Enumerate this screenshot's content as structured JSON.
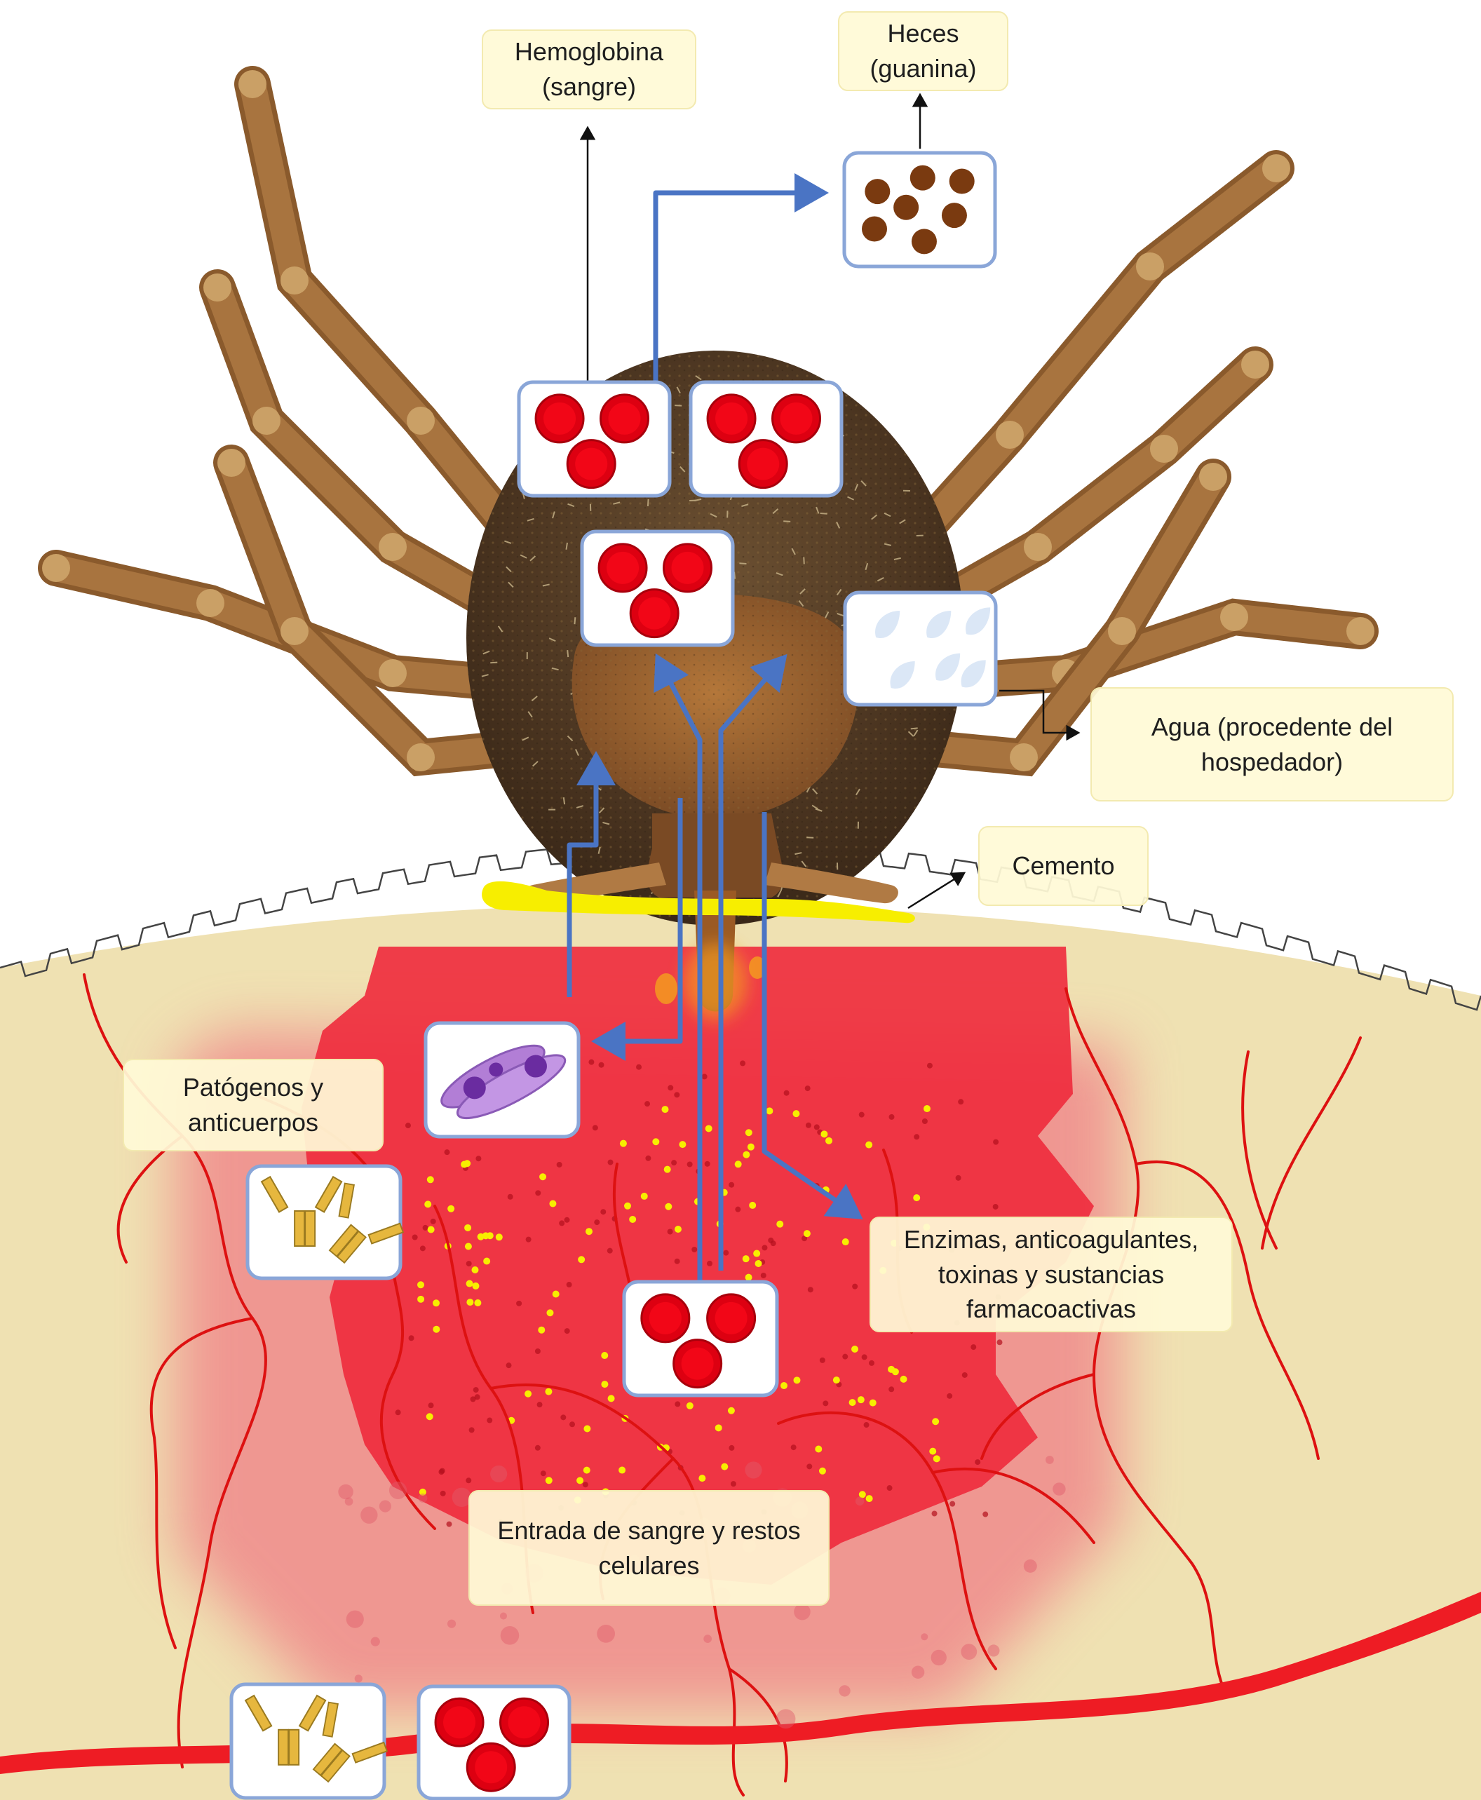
{
  "labels": {
    "hemoglobin": "Hemoglobina\n(sangre)",
    "feces": "Heces\n(guanina)",
    "water": "Agua (procedente del\nhospedador)",
    "cement": "Cemento",
    "pathogens": "Patógenos y\nanticuerpos",
    "enzymes": "Enzimas, anticoagulantes,\ntoxinas y sustancias\nfarmacoactivas",
    "blood_entry": "Entrada de sangre y restos\ncelulares"
  },
  "colors": {
    "skin": "#efe1b2",
    "lesion": "#ee2a3c",
    "blood_cell": "#dd0011",
    "vessel": "#dd1111",
    "cement": "#f7ee00",
    "arrow_blue": "#4a74c4",
    "box_border": "#8aa6d8",
    "tick_body": "#5a4026",
    "tick_leg": "#a8743f",
    "feces_dot": "#7a3a10",
    "water_drop": "#dbe7f6",
    "antibody": "#e6b73e",
    "pathogen": "#b27ed6",
    "label_bg": "#fffad6"
  },
  "icons": {
    "blood_cells": "red-blood-cells-icon",
    "feces": "feces-pellets-icon",
    "water": "water-drops-icon",
    "pathogen": "protozoan-pathogen-icon",
    "antibody": "antibodies-icon",
    "tick": "tick-icon"
  }
}
